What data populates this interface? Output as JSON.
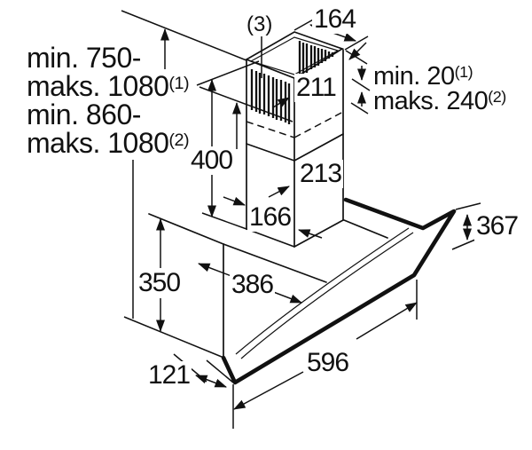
{
  "drawing": {
    "left_specs": {
      "line1": "min. 750-",
      "line2": "maks. 1080",
      "line2_sup": "(1)",
      "line3": "min. 860-",
      "line4": "maks. 1080",
      "line4_sup": "(2)"
    },
    "top": {
      "vent_note": "(3)",
      "top_depth": "164",
      "inner_width": "211"
    },
    "right_specs": {
      "min": "min. 20",
      "min_sup": "(1)",
      "max": "maks. 240",
      "max_sup": "(2)"
    },
    "chimney": {
      "height": "400",
      "width": "213",
      "depth": "166"
    },
    "body": {
      "height": "350",
      "depth": "386",
      "bottom_depth": "121",
      "width": "596",
      "front_height": "367"
    }
  },
  "colors": {
    "line": "#111111",
    "text": "#111111",
    "background": "#ffffff"
  }
}
